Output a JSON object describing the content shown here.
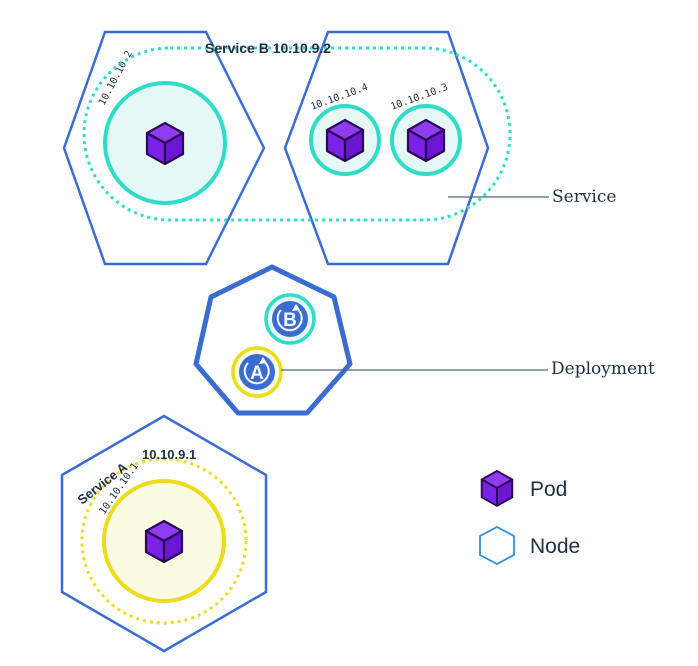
{
  "service_b": {
    "label": "Service B 10.10.9.2",
    "pods": [
      {
        "ip": "10.10.10.2"
      },
      {
        "ip": "10.10.10.4"
      },
      {
        "ip": "10.10.10.3"
      }
    ]
  },
  "service_a": {
    "name": "Service A",
    "ip": "10.10.9.1",
    "pod_ip": "10.10.10.1"
  },
  "deployment": {
    "badges": [
      "B",
      "A"
    ]
  },
  "callouts": {
    "service": "Service",
    "deployment": "Deployment"
  },
  "legend": {
    "pod": "Pod",
    "node": "Node"
  },
  "colors": {
    "node_blue": "#3b6cd0",
    "teal": "#2fdcc8",
    "teal_fill": "#e6f8f6",
    "yellow": "#ecdc1c",
    "yellow_fill": "#fbfbe4",
    "pod_purple": "#7a22e6",
    "pod_dark": "#2a0a55",
    "legend_node": "#2e8fd6",
    "callout_line": "#4a6a7a",
    "text_dark": "#1e2f3e"
  }
}
